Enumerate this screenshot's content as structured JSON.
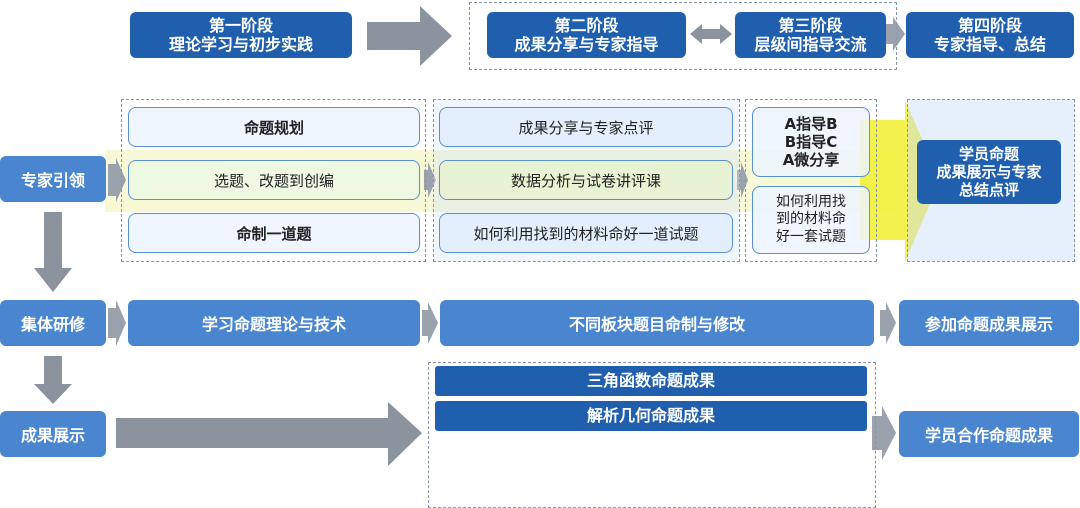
{
  "stages": [
    {
      "line1": "第一阶段",
      "line2": "理论学习与初步实践"
    },
    {
      "line1": "第二阶段",
      "line2": "成果分享与专家指导"
    },
    {
      "line1": "第三阶段",
      "line2": "层级间指导交流"
    },
    {
      "line1": "第四阶段",
      "line2": "专家指导、总结"
    }
  ],
  "rows": {
    "expert": "专家引领",
    "group": "集体研修",
    "result": "成果展示"
  },
  "stage1_boxes": [
    "命题规划",
    "选题、改题到创编",
    "命制一道题"
  ],
  "stage2_boxes": [
    "成果分享与专家点评",
    "数据分析与试卷讲评课",
    "如何利用找到的材料命好一道试题"
  ],
  "stage3": {
    "guide_lines": [
      "A指导B",
      "B指导C",
      "A微分享"
    ],
    "box_lines": [
      "如何利用找",
      "到的材料命",
      "好一套试题"
    ]
  },
  "stage4_box_lines": [
    "学员命题",
    "成果展示与专家",
    "总结点评"
  ],
  "group_bars": {
    "stage1": "学习命题理论与技术",
    "stage23": "不同板块题目命制与修改",
    "stage4": "参加命题成果展示"
  },
  "result_items": {
    "trig": "三角函数命题成果",
    "geo": "解析几何命题成果",
    "final": "学员合作命题成果"
  }
}
